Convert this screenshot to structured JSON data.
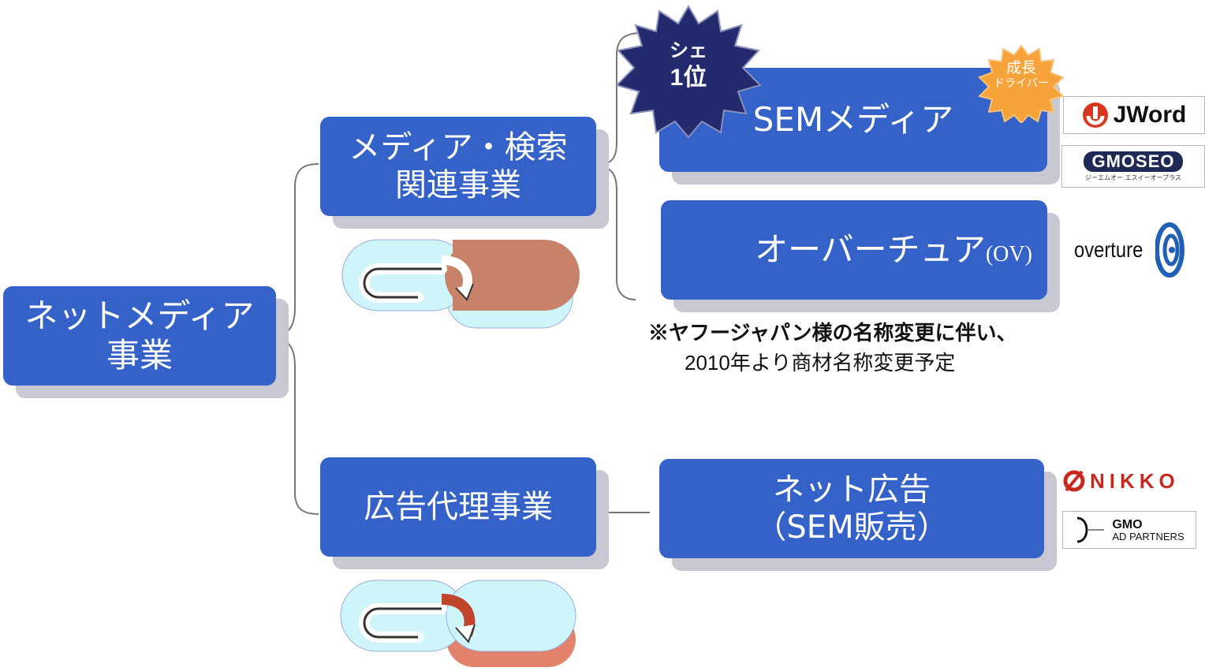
{
  "nodes": {
    "root": {
      "line1": "ネットメディア",
      "line2": "事業"
    },
    "media": {
      "line1": "メディア・検索",
      "line2": "関連事業"
    },
    "adagency": {
      "line1": "広告代理事業"
    },
    "sem": {
      "line1": "SEMメディア"
    },
    "overture": {
      "main": "オーバーチュア",
      "suffix": "(OV)"
    },
    "netad": {
      "line1": "ネット広告",
      "line2": "（SEM販売）"
    }
  },
  "badges": {
    "share": {
      "line1": "シェ",
      "line2": "1位"
    },
    "growth": {
      "line1": "成長",
      "line2": "ドライバー"
    }
  },
  "note": {
    "line1": "※ヤフージャパン様の名称変更に伴い、",
    "line2": "2010年より商材名称変更予定"
  },
  "logos": {
    "jword": "JWord",
    "gmoseo": "GMOSEO",
    "gmoseo_sub": "ジーエムオー エスイーオープラス",
    "overture": "overture",
    "nikko": "NIKKO",
    "gmo_ad": "GMO",
    "gmo_ad_sub": "AD PARTNERS"
  },
  "colors": {
    "node_fill": "#3562c8",
    "badge_navy": "#232a6e",
    "badge_orange": "#f5a33a",
    "cycle_dark": "#c8826a",
    "cycle_light": "#cef6fa"
  }
}
